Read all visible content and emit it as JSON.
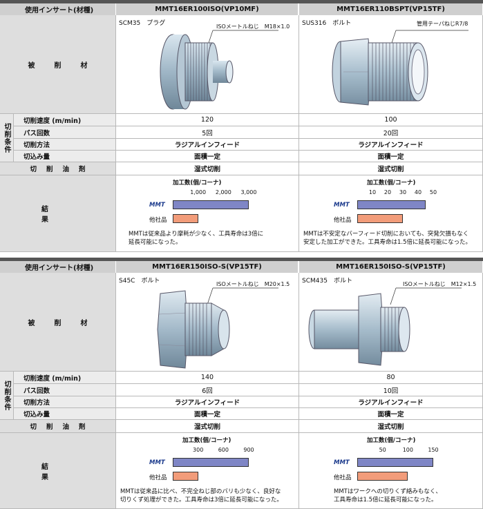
{
  "panels": [
    {
      "header": {
        "col1": "使用インサート(材種)",
        "col2": "MMT16ER100ISO(VP10MF)",
        "col3": "MMT16ER110BSPT(VP15TF)"
      },
      "work_label": "被削材",
      "side_label": "切削条件",
      "rows": {
        "speed": "切削速度 (m/min)",
        "passes": "パス回数",
        "method": "切削方法",
        "depth": "切込み量",
        "coolant": "切削油剤",
        "result": "結果"
      },
      "left": {
        "material": "SCM35　プラグ",
        "callout": "ISOメートルねじ　M18×1.0",
        "speed": "120",
        "passes": "5回",
        "method": "ラジアルインフィード",
        "depth": "面積一定",
        "coolant": "湿式切削",
        "chart": {
          "title": "加工数(個/コーナ)",
          "ticks": [
            "1,000",
            "2,000",
            "3,000"
          ],
          "tick_values": [
            1000,
            2000,
            3000
          ],
          "max": 3000,
          "mmt": 3000,
          "other": 1000,
          "mmt_label": "MMT",
          "other_label": "他社品"
        },
        "note1": "MMTは従来品より摩耗が少なく、工具寿命は3倍に",
        "note2": "延長可能になった。"
      },
      "right": {
        "material": "SUS316　ボルト",
        "callout": "管用テーパねじR7/8",
        "speed": "100",
        "passes": "20回",
        "method": "ラジアルインフィード",
        "depth": "面積一定",
        "coolant": "湿式切削",
        "chart": {
          "title": "加工数(個/コーナ)",
          "ticks": [
            "10",
            "20",
            "30",
            "40",
            "50"
          ],
          "tick_values": [
            10,
            20,
            30,
            40,
            50
          ],
          "max": 50,
          "mmt": 45,
          "other": 30,
          "mmt_label": "MMT",
          "other_label": "他社品"
        },
        "note1": "MMTは不安定なバーフィード切削においても、突発欠損もなく",
        "note2": "安定した加工ができた。工具寿命は1.5倍に延長可能になった。"
      }
    },
    {
      "header": {
        "col1": "使用インサート(材種)",
        "col2": "MMT16ER150ISO-S(VP15TF)",
        "col3": "MMT16ER150ISO-S(VP15TF)"
      },
      "work_label": "被削材",
      "side_label": "切削条件",
      "rows": {
        "speed": "切削速度 (m/min)",
        "passes": "パス回数",
        "method": "切削方法",
        "depth": "切込み量",
        "coolant": "切削油剤",
        "result": "結果"
      },
      "left": {
        "material": "S45C　ボルト",
        "callout": "ISOメートルねじ　M20×1.5",
        "speed": "140",
        "passes": "6回",
        "method": "ラジアルインフィード",
        "depth": "面積一定",
        "coolant": "湿式切削",
        "chart": {
          "title": "加工数(個/コーナ)",
          "ticks": [
            "300",
            "600",
            "900"
          ],
          "tick_values": [
            300,
            600,
            900
          ],
          "max": 900,
          "mmt": 900,
          "other": 300,
          "mmt_label": "MMT",
          "other_label": "他社品"
        },
        "note1": "MMTは従来品に比べ、不完全ねじ部のバリも少なく、良好な",
        "note2": "切りくず処理ができた。工具寿命は3倍に延長可能になった。"
      },
      "right": {
        "material": "SCM435　ボルト",
        "callout": "ISOメートルねじ　M12×1.5",
        "speed": "80",
        "passes": "10回",
        "method": "ラジアルインフィード",
        "depth": "面積一定",
        "coolant": "湿式切削",
        "chart": {
          "title": "加工数(個/コーナ)",
          "ticks": [
            "50",
            "100",
            "150"
          ],
          "tick_values": [
            50,
            100,
            150
          ],
          "max": 150,
          "mmt": 150,
          "other": 100,
          "mmt_label": "MMT",
          "other_label": "他社品"
        },
        "note1": "MMTはワークへの切りくず絡みもなく、",
        "note2": "工具寿命は1.5倍に延長可能になった。"
      }
    }
  ]
}
